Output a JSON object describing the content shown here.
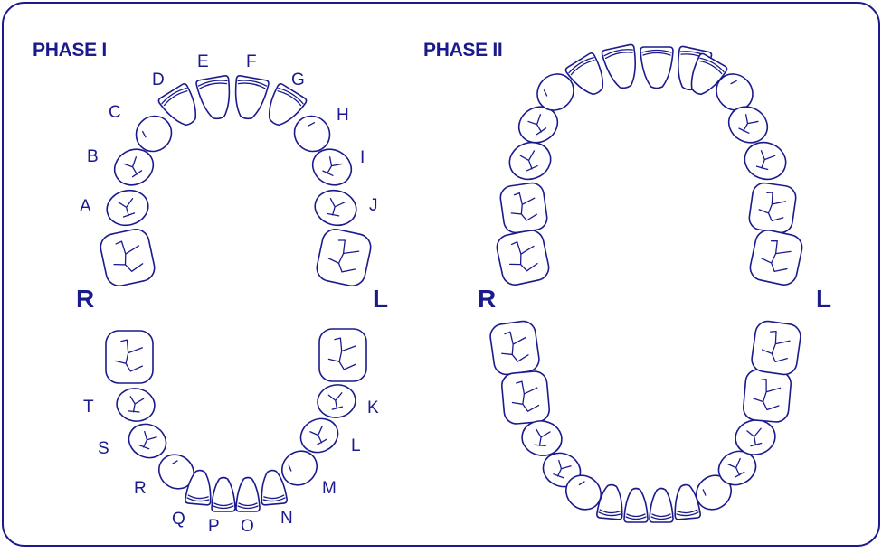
{
  "colors": {
    "ink": "#1a1a8c",
    "background": "#ffffff"
  },
  "phase1": {
    "title": "PHASE I",
    "right_label": "R",
    "left_label": "L",
    "upper_labels": [
      "A",
      "B",
      "C",
      "D",
      "E",
      "F",
      "G",
      "H",
      "I",
      "J"
    ],
    "lower_labels": [
      "K",
      "L",
      "M",
      "N",
      "O",
      "P",
      "Q",
      "R",
      "S",
      "T"
    ]
  },
  "phase2": {
    "title": "PHASE II",
    "right_label": "R",
    "left_label": "L"
  }
}
